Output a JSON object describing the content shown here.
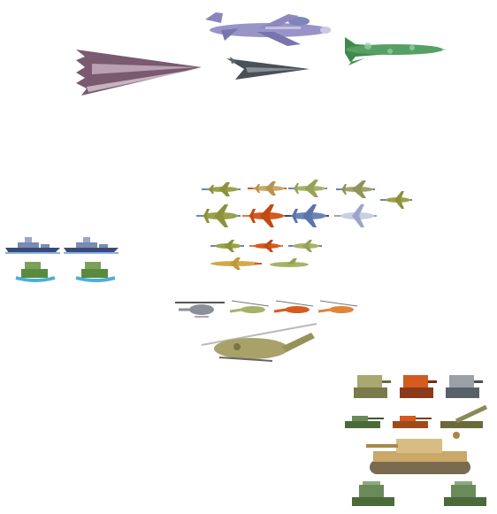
{
  "sheet": {
    "background": "#ffffff",
    "palette": {
      "purple": "#9a93c8",
      "stealth": "#7a5a70",
      "dark": "#4a5058",
      "green": "#3f8a4f",
      "olive": "#9aa24a",
      "orange": "#d45a1e",
      "blue": "#6a84b8",
      "steel": "#9aa6b8",
      "tan": "#c9a86a",
      "navy": "#3a4a78"
    },
    "groups": [
      {
        "name": "bombers",
        "sprites": [
          "tu95-bear-icon",
          "b2-spirit-icon",
          "f117-nighthawk-icon",
          "tu160-blackjack-icon"
        ]
      },
      {
        "name": "fighters",
        "sprites": [
          "fighter-olive-icon",
          "fighter-tan-icon",
          "fighter-green-icon",
          "fighter-camo-icon",
          "fighter-small-icon",
          "fighter-olive-large-icon",
          "fighter-orange-icon",
          "fighter-blue-icon",
          "fighter-white-icon",
          "fighter-mini-olive-icon",
          "fighter-mini-orange-icon",
          "fighter-mini-green-icon",
          "fighter-jet-tan-icon",
          "fighter-jet-green-icon"
        ]
      },
      {
        "name": "naval",
        "sprites": [
          "warship-1-icon",
          "warship-2-icon",
          "hovercraft-1-icon",
          "hovercraft-2-icon"
        ]
      },
      {
        "name": "helicopters",
        "sprites": [
          "helicopter-ka-icon",
          "helicopter-green-icon",
          "helicopter-orange-icon",
          "helicopter-orange-2-icon",
          "helicopter-large-icon"
        ]
      },
      {
        "name": "ground",
        "sprites": [
          "turret-olive-icon",
          "turret-red-icon",
          "turret-grey-icon",
          "tank-green-icon",
          "tank-orange-icon",
          "artillery-icon",
          "tank-large-icon",
          "launcher-1-icon",
          "launcher-2-icon"
        ]
      }
    ]
  }
}
